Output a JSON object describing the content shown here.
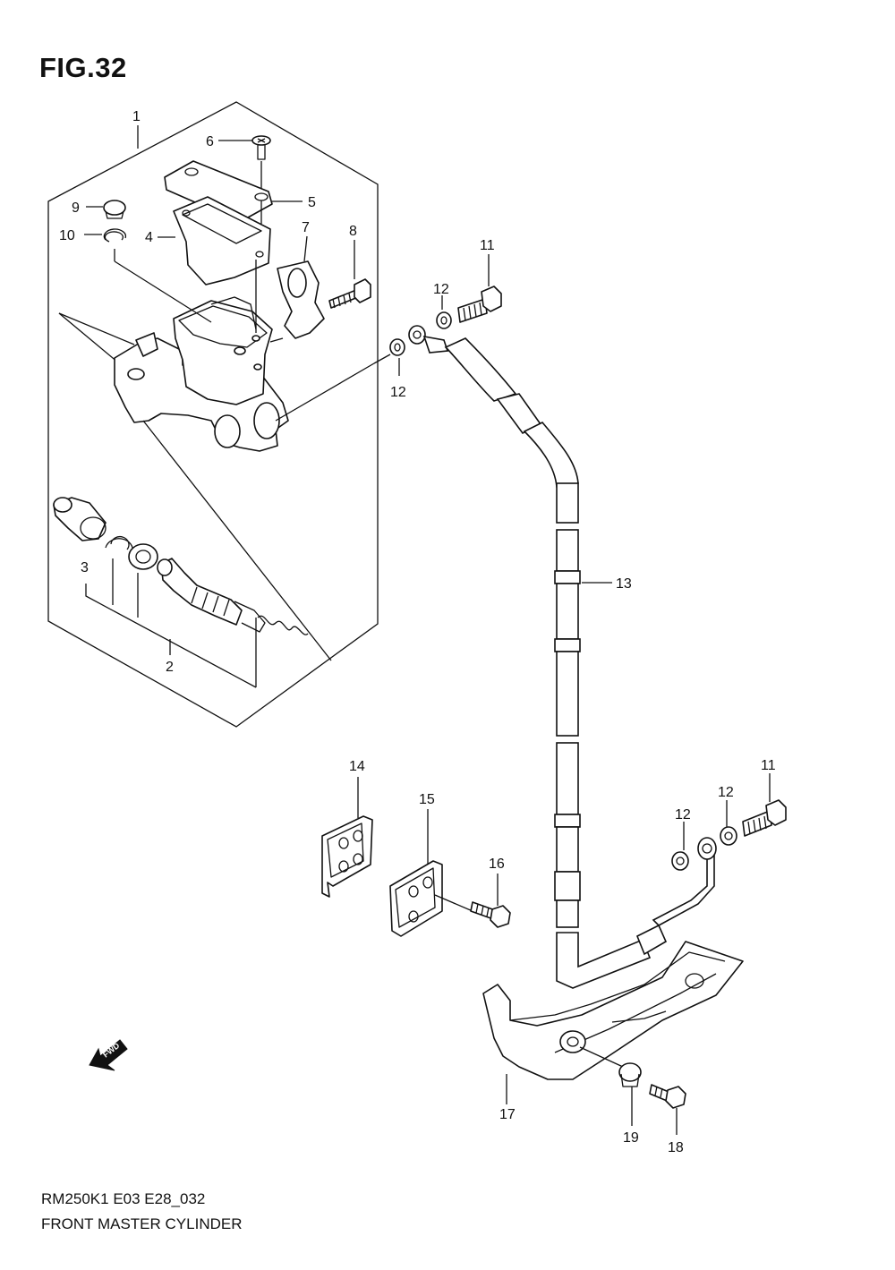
{
  "figure": {
    "title": "FIG.32",
    "model_code": "RM250K1 E03 E28_032",
    "name": "FRONT MASTER CYLINDER",
    "fwd_label": "FWD"
  },
  "callouts": [
    {
      "id": "c1",
      "label": "1",
      "part": "master-cylinder-assembly"
    },
    {
      "id": "c2",
      "label": "2",
      "part": "piston-set"
    },
    {
      "id": "c3",
      "label": "3",
      "part": "boot-set"
    },
    {
      "id": "c4",
      "label": "4",
      "part": "reservoir-plate"
    },
    {
      "id": "c5",
      "label": "5",
      "part": "reservoir-cap"
    },
    {
      "id": "c6",
      "label": "6",
      "part": "cap-screw"
    },
    {
      "id": "c7",
      "label": "7",
      "part": "lever-holder-clamp"
    },
    {
      "id": "c8",
      "label": "8",
      "part": "holder-bolt"
    },
    {
      "id": "c9",
      "label": "9",
      "part": "sight-glass"
    },
    {
      "id": "c10",
      "label": "10",
      "part": "circlip"
    },
    {
      "id": "c11a",
      "label": "11",
      "part": "union-bolt-upper"
    },
    {
      "id": "c12a",
      "label": "12",
      "part": "gasket-upper-outer"
    },
    {
      "id": "c12b",
      "label": "12",
      "part": "gasket-upper-inner"
    },
    {
      "id": "c13",
      "label": "13",
      "part": "brake-hose"
    },
    {
      "id": "c14",
      "label": "14",
      "part": "hose-guide-a"
    },
    {
      "id": "c15",
      "label": "15",
      "part": "hose-guide-b"
    },
    {
      "id": "c16",
      "label": "16",
      "part": "guide-bolt"
    },
    {
      "id": "c11b",
      "label": "11",
      "part": "union-bolt-lower"
    },
    {
      "id": "c12c",
      "label": "12",
      "part": "gasket-lower-outer"
    },
    {
      "id": "c12d",
      "label": "12",
      "part": "gasket-lower-inner"
    },
    {
      "id": "c17",
      "label": "17",
      "part": "disc-cover"
    },
    {
      "id": "c19",
      "label": "19",
      "part": "cover-washer"
    },
    {
      "id": "c18",
      "label": "18",
      "part": "cover-bolt"
    }
  ]
}
